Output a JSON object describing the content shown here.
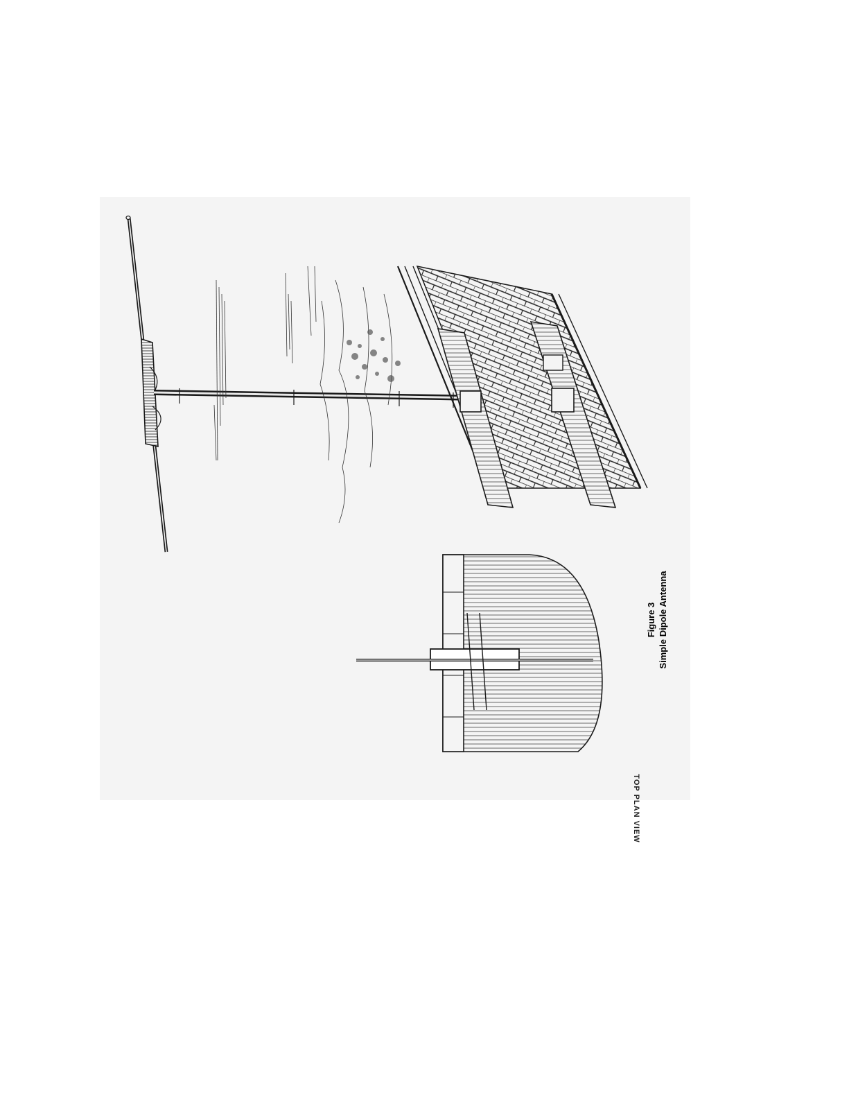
{
  "figure": {
    "number_label": "Figure 3",
    "title": "Simple Dipole Antenna"
  },
  "plan_view": {
    "label": "TOP PLAN VIEW"
  },
  "colors": {
    "ink": "#1a1a1a",
    "panel": "#f4f4f4",
    "page": "#ffffff"
  }
}
